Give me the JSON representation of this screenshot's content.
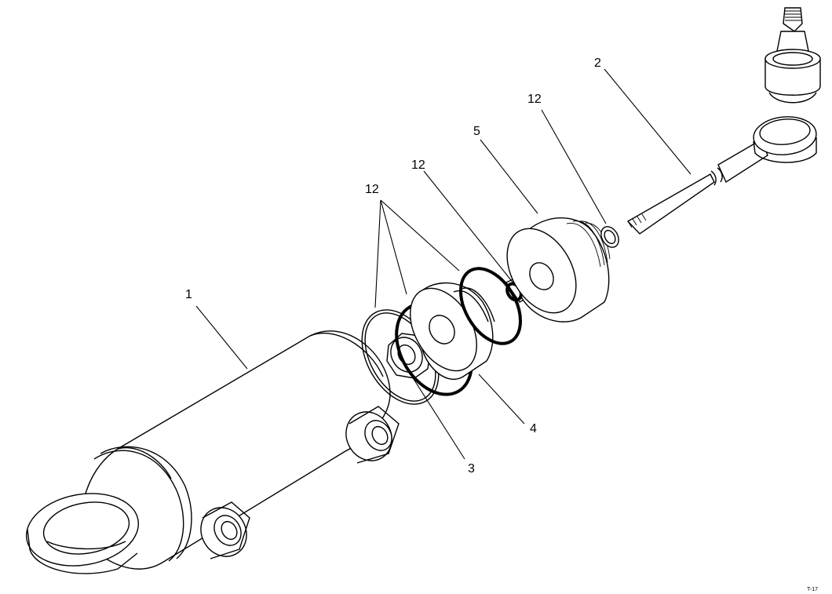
{
  "callouts": {
    "part_1": "1",
    "part_2": "2",
    "part_3": "3",
    "part_4": "4",
    "part_5": "5",
    "part_12_a": "12",
    "part_12_b": "12",
    "part_12_c": "12"
  },
  "figure_ref": "T-17"
}
